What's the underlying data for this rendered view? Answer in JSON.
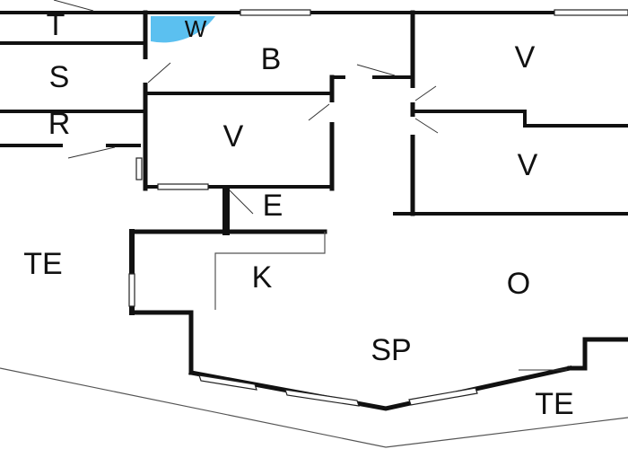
{
  "floorplan": {
    "colors": {
      "wall": "#111111",
      "wet_room": "#5bc0f0",
      "floor": "#ffffff"
    },
    "rooms": [
      {
        "id": "t",
        "label": "T"
      },
      {
        "id": "w",
        "label": "W"
      },
      {
        "id": "b",
        "label": "B"
      },
      {
        "id": "s",
        "label": "S"
      },
      {
        "id": "r",
        "label": "R"
      },
      {
        "id": "v1",
        "label": "V"
      },
      {
        "id": "v2",
        "label": "V"
      },
      {
        "id": "v3",
        "label": "V"
      },
      {
        "id": "e",
        "label": "E"
      },
      {
        "id": "te1",
        "label": "TE"
      },
      {
        "id": "k",
        "label": "K"
      },
      {
        "id": "o",
        "label": "O"
      },
      {
        "id": "sp",
        "label": "SP"
      },
      {
        "id": "te2",
        "label": "TE"
      }
    ]
  }
}
